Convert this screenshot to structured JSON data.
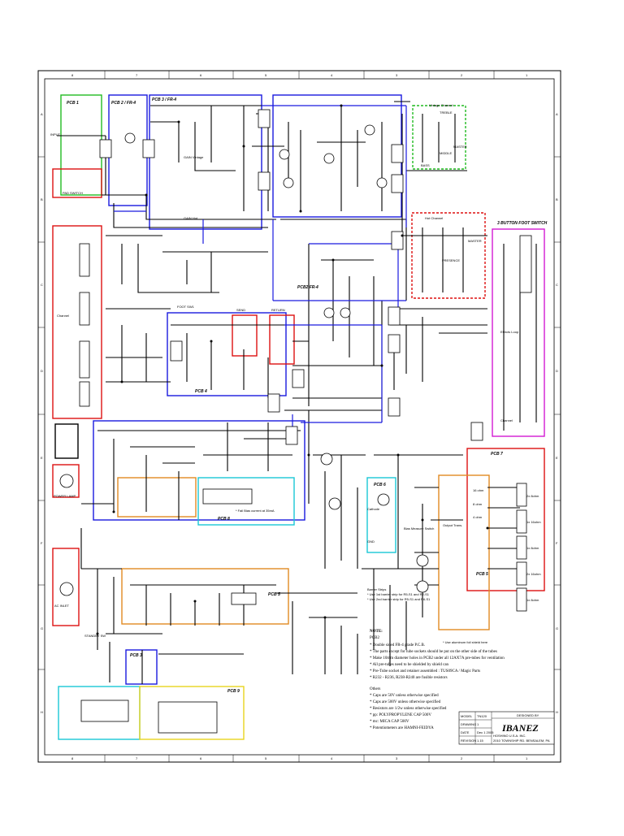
{
  "grid": {
    "columns": [
      "8",
      "7",
      "6",
      "5",
      "4",
      "3",
      "2",
      "1"
    ],
    "rows": [
      "A",
      "B",
      "C",
      "D",
      "E",
      "F",
      "G",
      "H"
    ]
  },
  "pcb_labels": {
    "pcb1": "PCB 1",
    "pcb2": "PCB 2 / FR-4",
    "pcb3": "PCB 3 / FR-4",
    "pcb2_mid": "PCB2 FR-4",
    "pcb4": "PCB 4",
    "pcb5": "PCB 5",
    "pcb6": "PCB 6",
    "pcb7": "PCB 7",
    "pcb8": "PCB 8",
    "pcb9": "PCB 9",
    "pcb10": "PCB 3"
  },
  "section_labels": {
    "footswitch": "3 BUTTON FOOT SWITCH",
    "vintage_channel": "Vintage Channel",
    "hot_channel": "Hot Channel",
    "output_trans": "Output Trans.",
    "bias_measure": "Bias Measure Switch",
    "power_lamp": "POWER LAMP",
    "ac_inlet": "AC INLET",
    "standby": "STANDBY SW",
    "input": "INPUT",
    "pad_switch": "PAD SWITCH",
    "gain_vintage": "GAIN Vintage",
    "gain_hot": "GAIN Hot",
    "effects_loop": "Effects Loop",
    "channel": "Channel",
    "send": "SEND",
    "return": "RETURN",
    "footsw": "FOOT SW1",
    "master": "MASTER",
    "treble": "TREBLE",
    "middle": "MIDDLE",
    "bass": "BASS",
    "presence": "PRESENCE",
    "cathode": "Cathode",
    "gnd": "GND",
    "sixteen_ohm": "16 ohm",
    "eight_ohm": "8 ohm",
    "four_ohm": "4 ohm"
  },
  "speaker_jacks": [
    "2x 8ohm",
    "1x 16ohm",
    "1x 8ohm",
    "2x 16ohm",
    "1x 8ohm"
  ],
  "notes": {
    "aluminum": "* Use aluminum foil shield here",
    "barrier": [
      "Barrier Strips",
      "* Use 1st barrier strip for R5-S1 and R2-S1",
      "* Use 2nd barrier strip for R5-S1 and R6-S1"
    ],
    "fuse_note": "* Fail Bias current at 35mA",
    "note_title": "NOTE:",
    "pcb2": "PCB2",
    "pcb2_lines": [
      "* Double sided FR-4 grade P.C.B.",
      "* The parts except for tube sockets should be put on the other side of the tubes",
      "* Make 10mm diameter holes in PCB2 under all 12AX7A pre-tubes for ventilation",
      "* All pre-tubes need to be shielded by shield can",
      "* Pre-Tube socket and retainer assembled : TUS09CA / Magic Parts",
      "* R232 - R236, R238-R240 are fusible resistors"
    ],
    "others_title": "Others",
    "others_lines": [
      "* Caps are 50V unless otherwise specified",
      "* Caps are 500V unless otherwise specified",
      "* Resistors are 1/2w unless otherwise specified",
      "* pp: POLYPROPYLENE CAP 500V",
      "* mc: MICA CAP 500V",
      "* Potentiometers are HAMNI-FEIDYA"
    ]
  },
  "title_block": {
    "rows": [
      {
        "key": "MODEL",
        "value": "TN120"
      },
      {
        "key": "DRAWING",
        "value": "1"
      },
      {
        "key": "DATE",
        "value": "Dec 1 2005"
      },
      {
        "key": "REVISION",
        "value": "1.15"
      }
    ],
    "designer_label": "DESIGNED BY",
    "brand": "IBANEZ",
    "company": "HOSHINO U.S.A. INC.",
    "address": "2010 TOWNSHIP RD. BENSALEM, PA"
  },
  "colors": {
    "pcb1": "#22bb22",
    "pcb2": "#1a1adf",
    "pcb3": "#1a1adf",
    "pcb_red": "#dd1111",
    "pcb4": "#1a1adf",
    "pcb5": "#e08a22",
    "pcb6": "#19c7d6",
    "pcb7": "#dd1111",
    "pcb8": "#19c7d6",
    "pcb9": "#e8d420",
    "pcb10": "#1a1adf",
    "pcb11": "#d21ad2",
    "pcb_vint": "#22bb22",
    "note_orange": "#e08a22"
  }
}
